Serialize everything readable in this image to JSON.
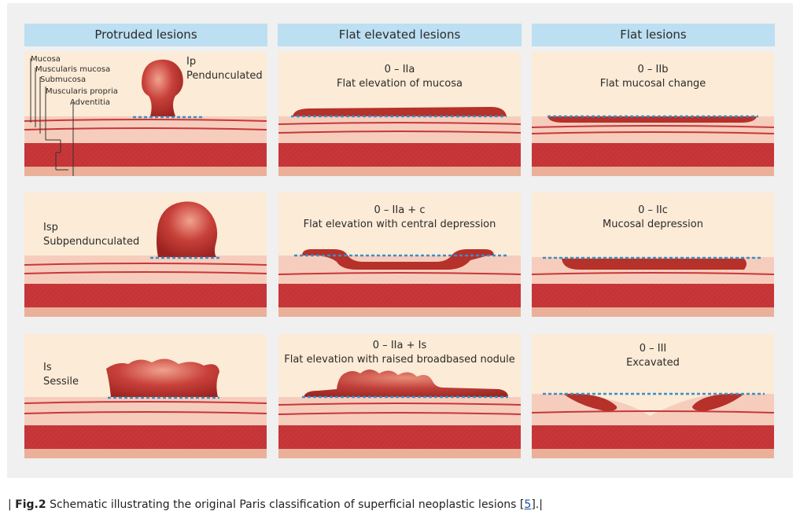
{
  "headers": [
    "Protruded lesions",
    "Flat elevated lesions",
    "Flat lesions"
  ],
  "layer_labels": [
    "Mucosa",
    "Muscularis mucosa",
    "Submucosa",
    "Muscularis propria",
    "Adventitia"
  ],
  "panels": {
    "ip": {
      "code": "Ip",
      "name": "Penduncu­lated"
    },
    "isp": {
      "code": "Isp",
      "name": "Subpenduncu­lated"
    },
    "is": {
      "code": "Is",
      "name": "Sessile"
    },
    "iia": {
      "code": "0 – IIa",
      "name": "Flat elevation of mucosa"
    },
    "iiac": {
      "code": "0 – IIa + c",
      "name": "Flat elevation with central depression"
    },
    "iiais": {
      "code": "0 – IIa + Is",
      "name": "Flat elevation with raised broadbased nodule"
    },
    "iib": {
      "code": "0 – IIb",
      "name": "Flat mucosal change"
    },
    "iic": {
      "code": "0 – IIc",
      "name": "Mucosal depression"
    },
    "iii": {
      "code": "0 – III",
      "name": "Excavated"
    }
  },
  "caption": {
    "prefix": "| ",
    "label": "Fig.2",
    "text": " Schematic illustrating the original Paris classification of superficial neoplastic lesions [",
    "ref": "5",
    "suffix": "].|"
  },
  "colors": {
    "header_bg": "#bcdff2",
    "panel_bg": "#fcebd6",
    "mucosa": "#f5c9b7",
    "muscle": "#c8373a",
    "lesion": "#b5312a",
    "dashed_line": "#3a8fc7"
  }
}
